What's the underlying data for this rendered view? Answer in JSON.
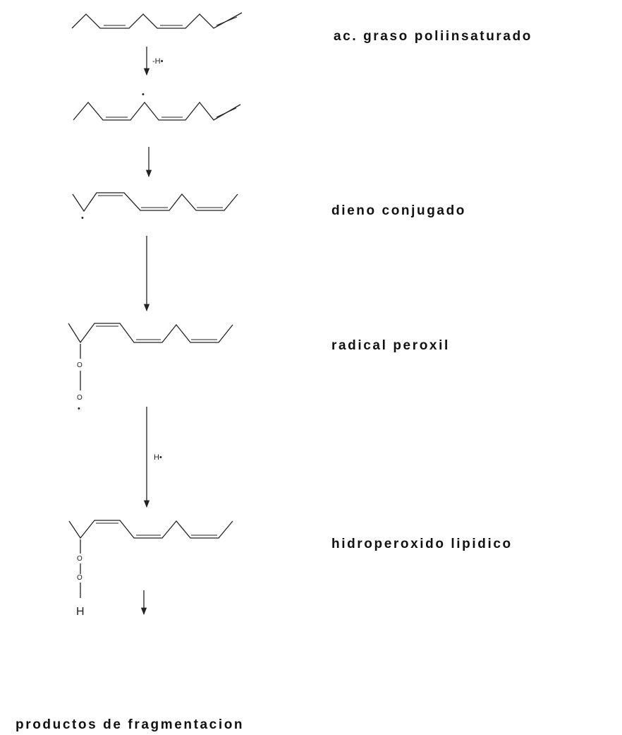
{
  "scheme": {
    "steps": [
      {
        "label": "ac. graso poliinsaturado"
      },
      {
        "label": ""
      },
      {
        "label": "dieno conjugado"
      },
      {
        "label": "radical peroxil"
      },
      {
        "label": "hidroperoxido lipidico"
      }
    ],
    "arrows": [
      {
        "reagent": "-H•"
      },
      {
        "reagent": ""
      },
      {
        "reagent": ""
      },
      {
        "reagent": "H•"
      },
      {
        "reagent": ""
      }
    ],
    "atoms": {
      "oxygen": "O",
      "hydrogen": "H",
      "radical_dot": "•"
    },
    "final_product": "productos de fragmentacion"
  }
}
